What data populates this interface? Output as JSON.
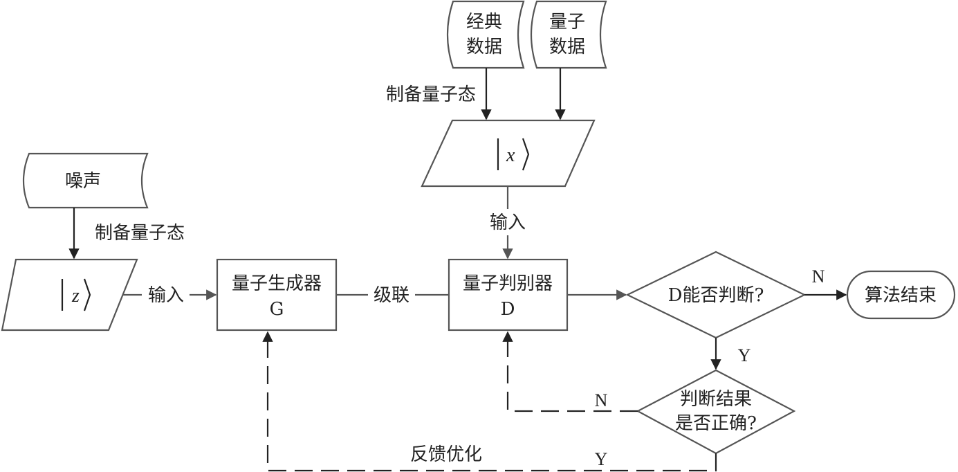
{
  "nodes": {
    "noise": "噪声",
    "classical_data": [
      "经典",
      "数据"
    ],
    "quantum_data": [
      "量子",
      "数据"
    ],
    "ket_z_var": "z",
    "ket_x_var": "x",
    "generator": [
      "量子生成器",
      "G"
    ],
    "discriminator": [
      "量子判别器",
      "D"
    ],
    "decision_can_judge": "D能否判断?",
    "decision_correct": [
      "判断结果",
      "是否正确?"
    ],
    "end": "算法结束"
  },
  "edge_labels": {
    "prepare_state_top": "制备量子态",
    "prepare_state_left": "制备量子态",
    "input_top": "输入",
    "input_left": "输入",
    "cascade": "级联",
    "feedback": "反馈优化",
    "n_to_end": "N",
    "y_down": "Y",
    "n_back": "N",
    "y_back": "Y"
  }
}
